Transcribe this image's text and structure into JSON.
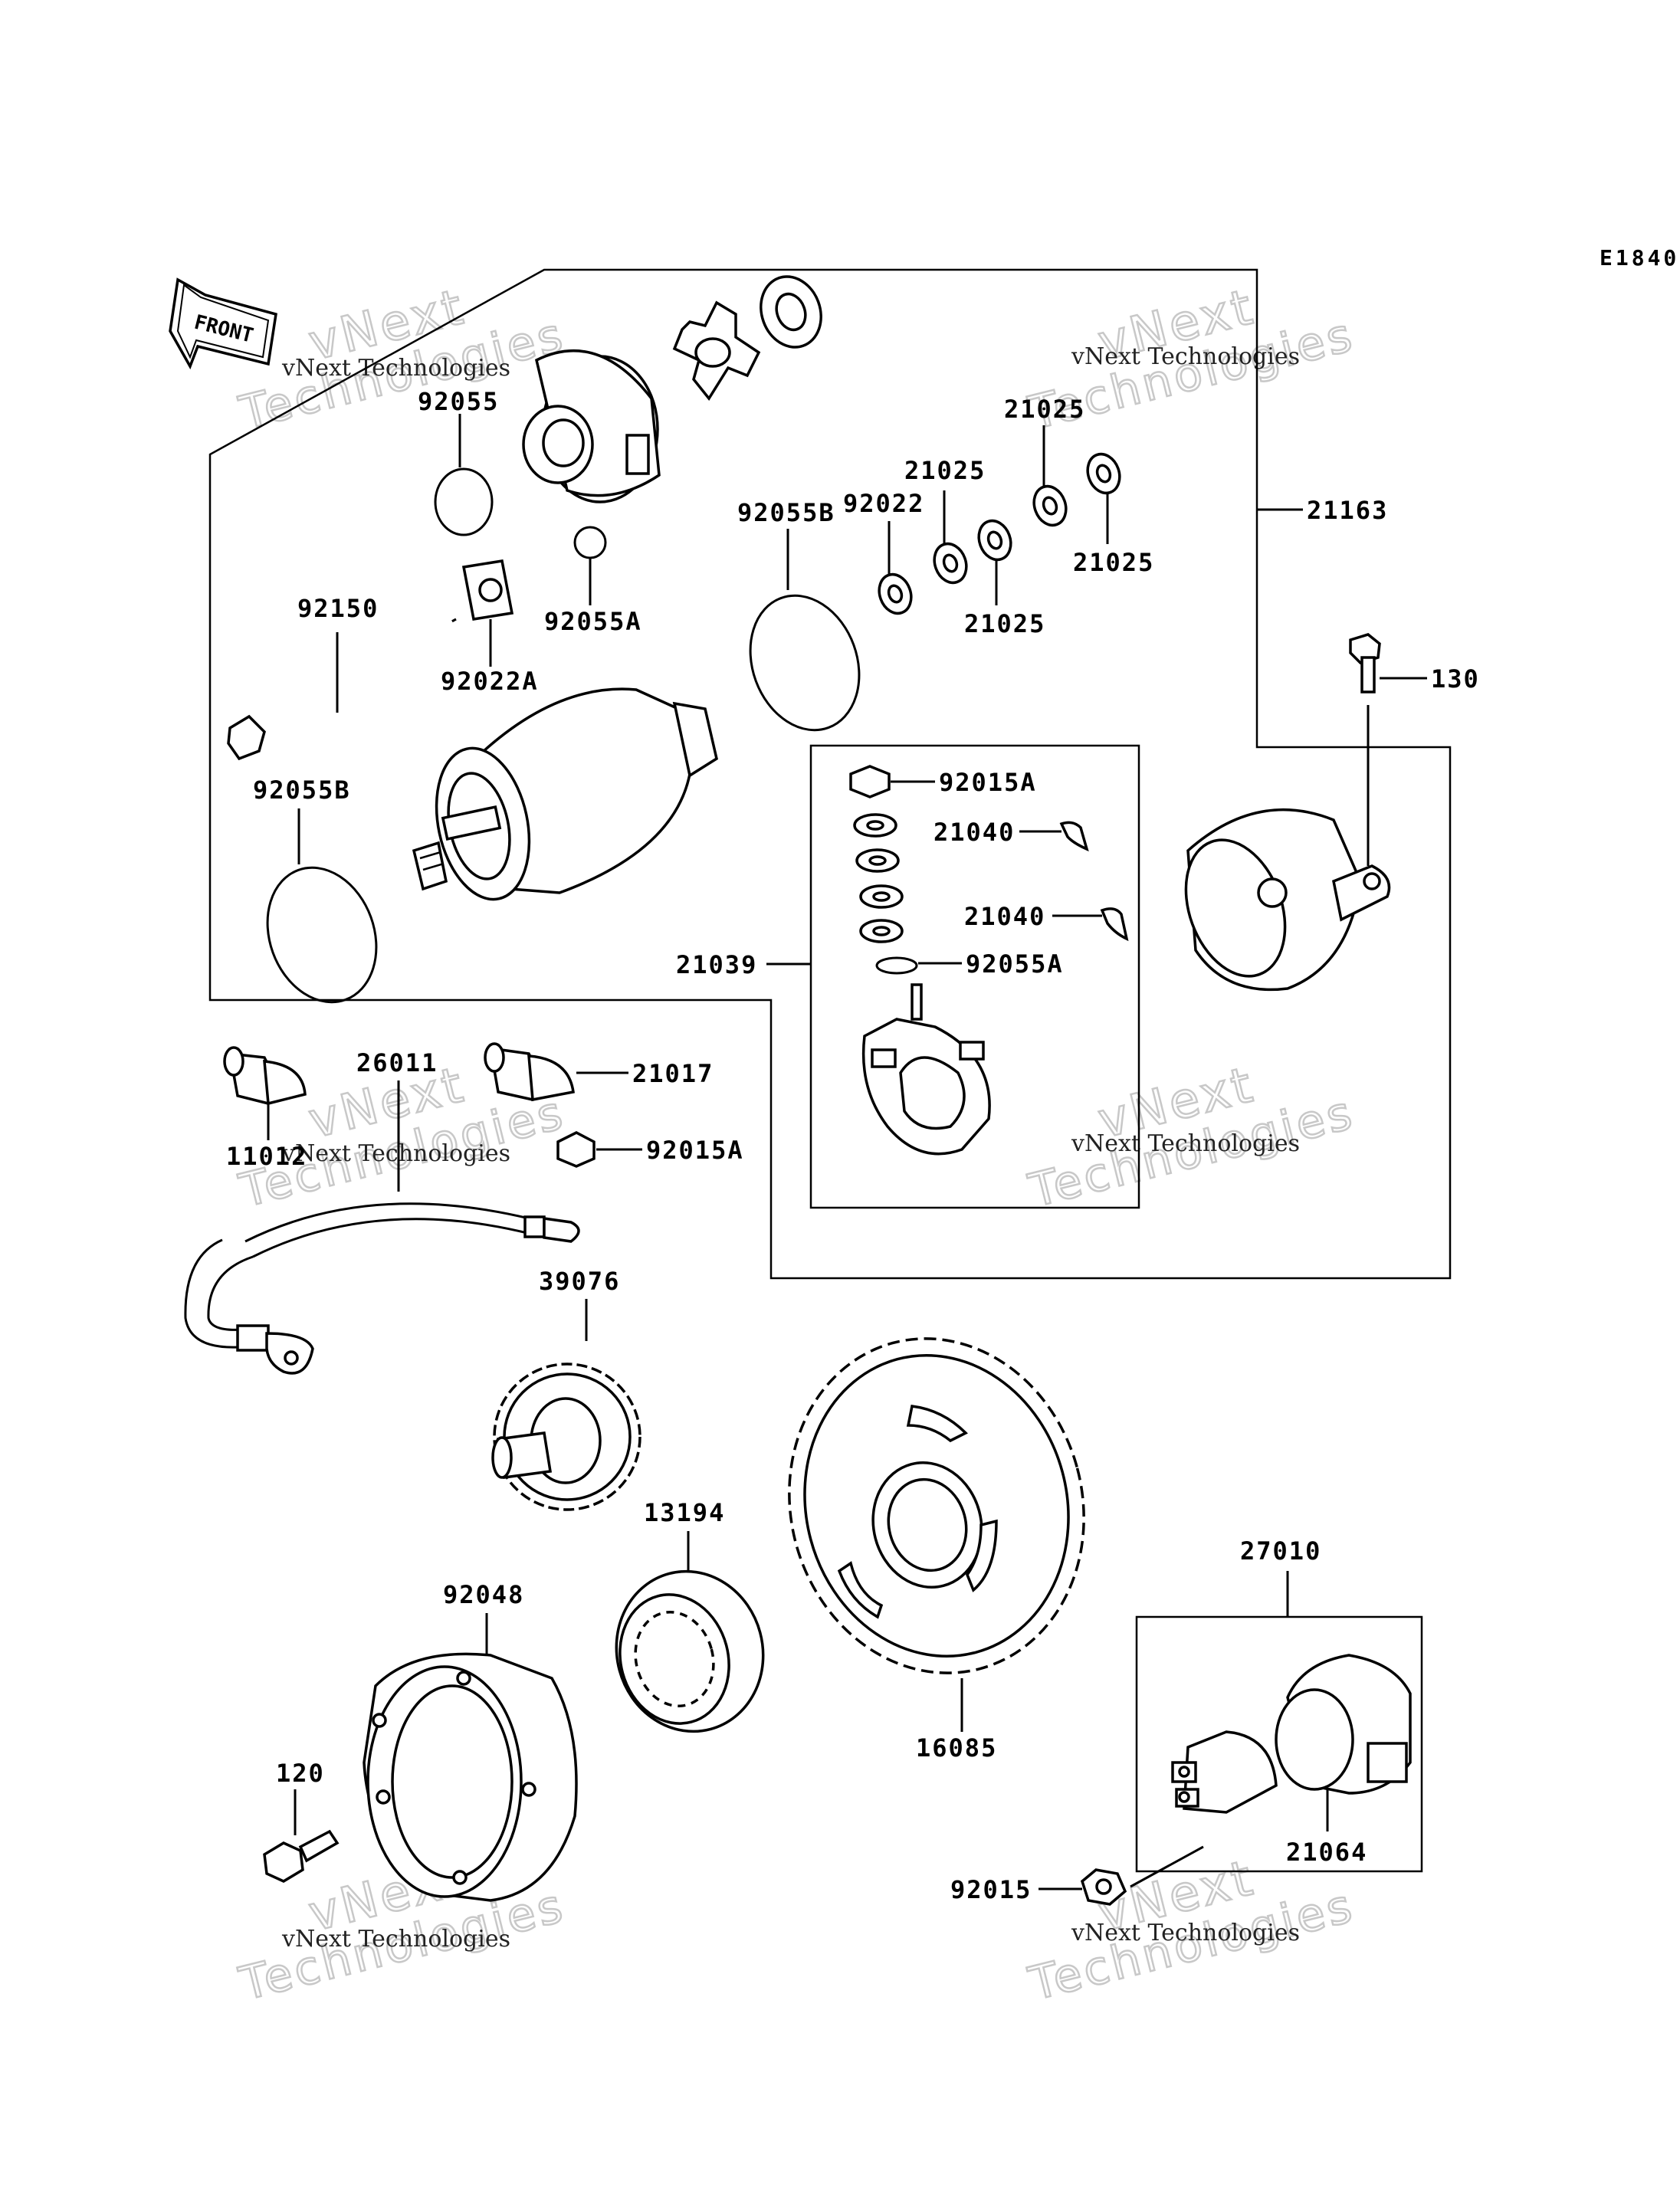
{
  "diagram_code": "E1840",
  "front_label": "FRONT",
  "watermark": {
    "company": "vNext Technologies",
    "line1": "vNext",
    "line2": "Technologies"
  },
  "parts": {
    "p92055": "92055",
    "p92150": "92150",
    "p92022A": "92022A",
    "p92055A_top": "92055A",
    "p92055B_mid": "92055B",
    "p92022": "92022",
    "p21025_a": "21025",
    "p21025_b": "21025",
    "p21025_c": "21025",
    "p21025_d": "21025",
    "p21163": "21163",
    "p130": "130",
    "p92055B_left": "92055B",
    "p92015A_box": "92015A",
    "p21040_a": "21040",
    "p21040_b": "21040",
    "p92055A_box": "92055A",
    "p21039": "21039",
    "p21017": "21017",
    "p26011": "26011",
    "p11012": "11012",
    "p92015A_mid": "92015A",
    "p39076": "39076",
    "p13194": "13194",
    "p92048": "92048",
    "p16085": "16085",
    "p27010": "27010",
    "p120": "120",
    "p21064": "21064",
    "p92015": "92015"
  }
}
